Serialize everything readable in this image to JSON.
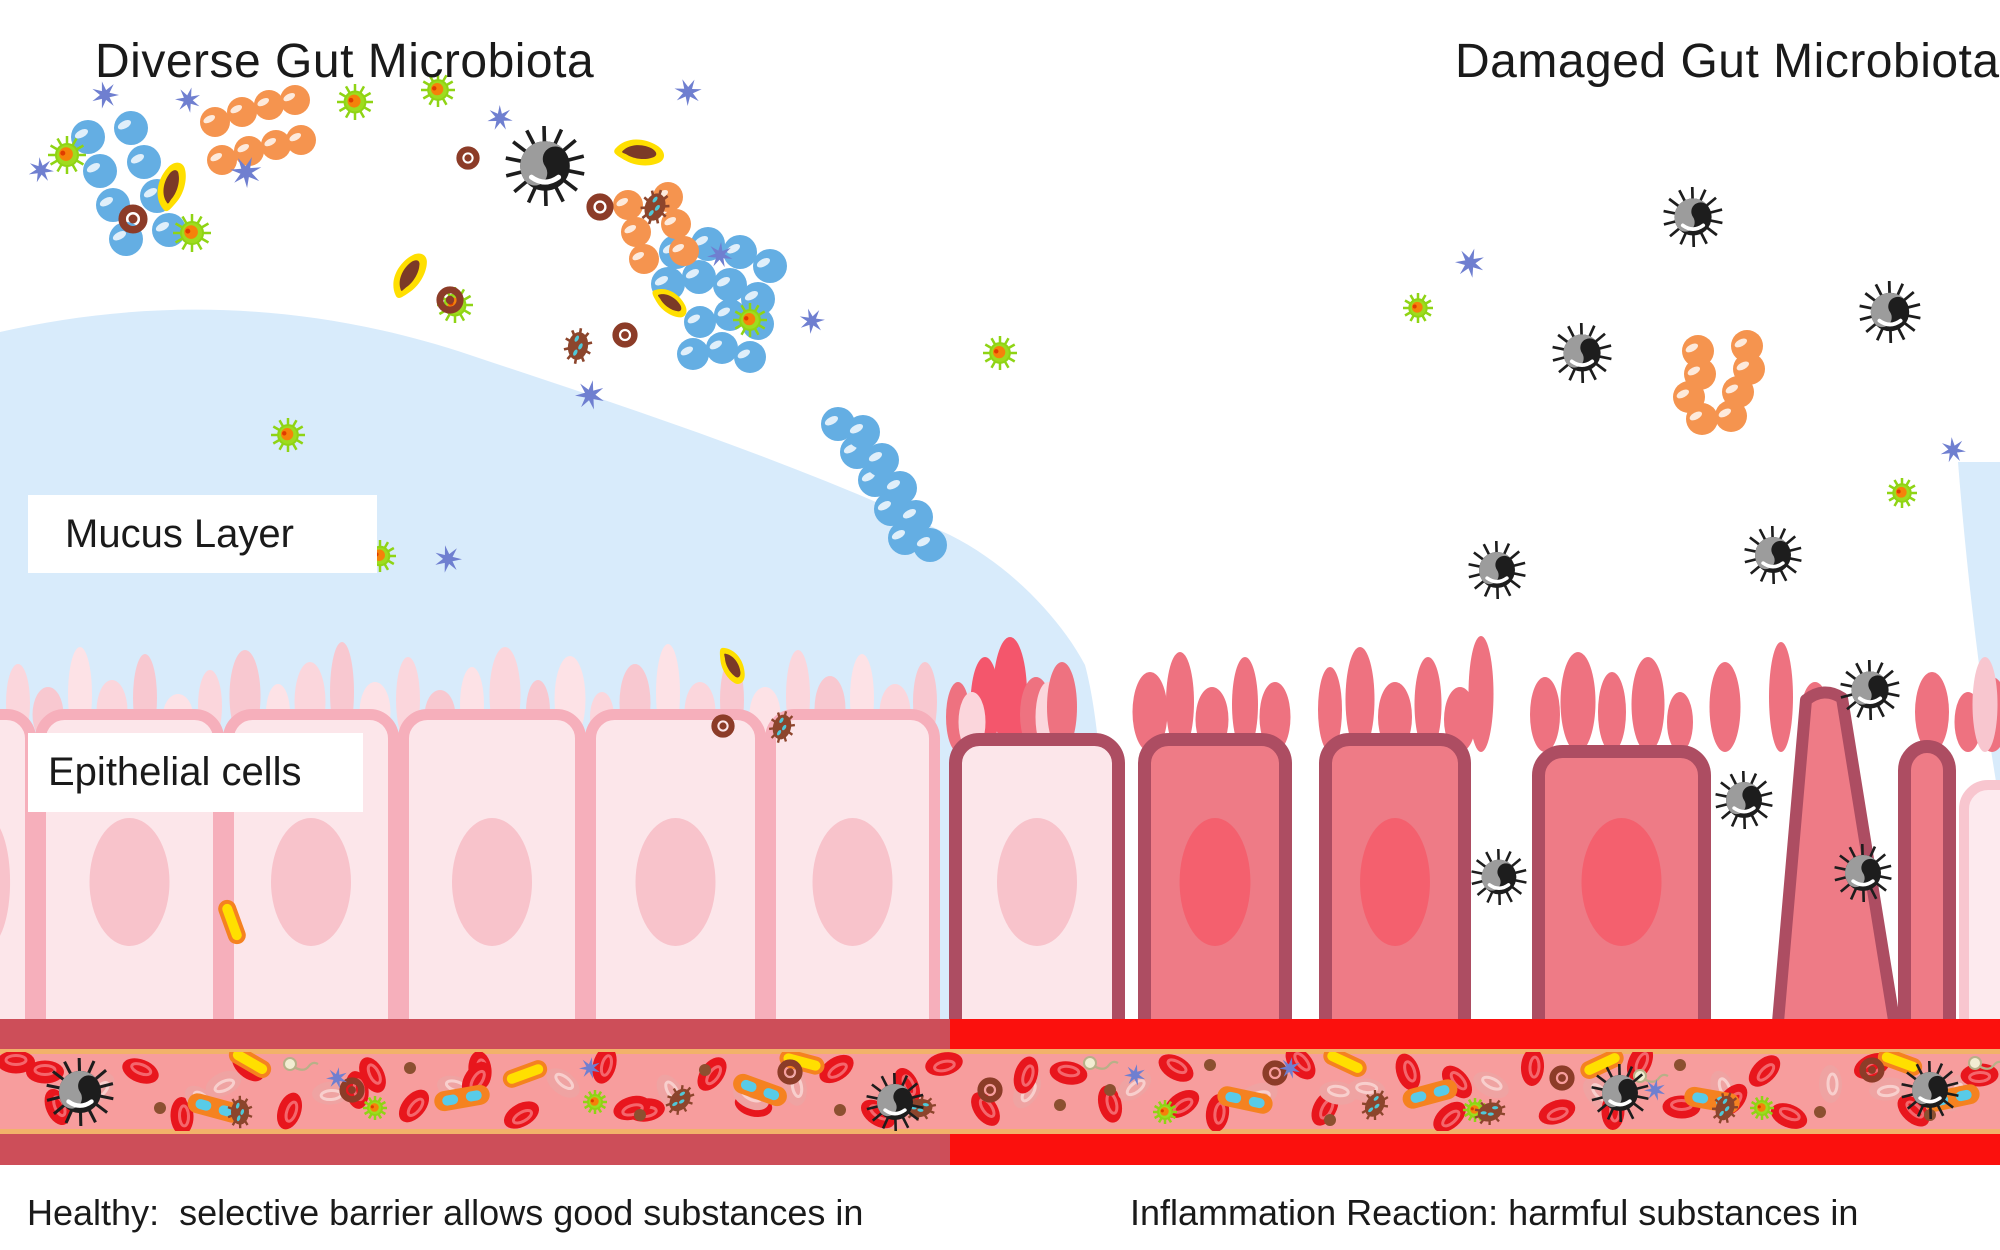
{
  "header": {
    "title_left": "Diverse Gut Microbiota",
    "title_right": "Damaged Gut Microbiota"
  },
  "labels": {
    "mucus_layer": "Mucus Layer",
    "epithelial_cells": "Epithelial cells"
  },
  "captions": {
    "healthy": "Healthy:  selective barrier allows good substances in",
    "inflammation": "Inflammation Reaction: harmful substances in"
  },
  "organism_types": [
    "blue-cocci-chain",
    "orange-cocci-chain",
    "green-virus",
    "star-virus",
    "dark-spiky-virus",
    "yellow-rod-bacterium",
    "brown-ring-bacterium",
    "brown-spiky-bacterium",
    "red-blood-cell",
    "orange-capsule-bacterium",
    "yellow-capsule-bacterium",
    "tadpole-microbe"
  ],
  "colors": {
    "mucus": "#d8ebfb",
    "healthy_villi": "#fbd6dc",
    "healthy_villi_dark": "#f8c8d0",
    "healthy_villi_light": "#fde2e6",
    "healthy_cell_border": "#f6afbb",
    "healthy_cell_fill": "#fce6ea",
    "healthy_nucleus": "#f8c3cb",
    "damaged_villi": "#ee7280",
    "red_villi": "#f4566c",
    "damaged_cell_border": "#ad4d62",
    "damaged_cell_fill": "#ee7b86",
    "damaged_nucleus": "#f4606e",
    "pale_cell_fill": "#fdeaee",
    "pale_cell_border": "#f8c6cf",
    "vessel_wall_healthy": "#cd4e59",
    "vessel_wall_inflamed": "#fb100d",
    "vessel_lumen": "#f79d9d",
    "vessel_lining": "#f2b26a",
    "rbc": "#e8161d",
    "rbc_highlight": "#f4666c",
    "rbc_pale": "#efa3a2",
    "rbc_pale_highlight": "#f8cfcd",
    "good_bacteria_blue": "#64aee3",
    "good_bacteria_orange": "#f5944f",
    "virus_dark": "#1d1d1d",
    "virus_dark_gray": "#9c9c9c",
    "virus_green": "#8fd414",
    "virus_green_body": "#9edc1e",
    "virus_green_center": "#f5820a",
    "virus_green_dot": "#e03c00",
    "star_virus": "#6f7fd0",
    "bacteria_yellow": "#ffdf00",
    "bacteria_yellow_core": "#7b3a27",
    "bacteria_brown": "#8c3c28",
    "bacteria_brown_spiky": "#8c452c",
    "bacteria_teal": "#4fc8d8",
    "capsule_orange": "#f58220",
    "capsule_cyan": "#58cbe8",
    "tadpole": "#b8b088",
    "dot_brown": "#8c5030",
    "text": "#1a1a1a"
  }
}
